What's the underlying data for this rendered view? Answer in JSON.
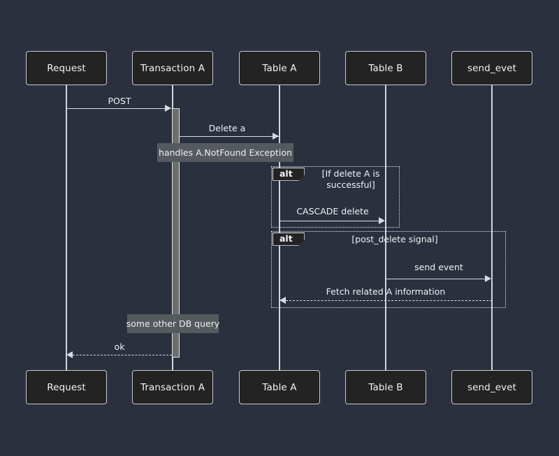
{
  "diagram": {
    "title": "Sequence diagram",
    "background_color": "#2b303e",
    "accent_color": "#d8dbe3"
  },
  "participants": [
    {
      "id": "request",
      "label": "Request",
      "label_bottom": "Request"
    },
    {
      "id": "transaction_a",
      "label": "Transaction A",
      "label_bottom": "Transaction A"
    },
    {
      "id": "table_a",
      "label": "Table A",
      "label_bottom": "Table A"
    },
    {
      "id": "table_b",
      "label": "Table B",
      "label_bottom": "Table B"
    },
    {
      "id": "send_evet",
      "label": "send_evet",
      "label_bottom": "send_evet"
    }
  ],
  "messages": [
    {
      "id": "post",
      "label": "POST",
      "from": "request",
      "to": "transaction_a",
      "style": "solid"
    },
    {
      "id": "delete_a",
      "label": "Delete a",
      "from": "transaction_a",
      "to": "table_a",
      "style": "solid"
    },
    {
      "id": "cascade",
      "label": "CASCADE delete",
      "from": "table_a",
      "to": "table_b",
      "style": "solid"
    },
    {
      "id": "send_event",
      "label": "send event",
      "from": "table_b",
      "to": "send_evet",
      "style": "solid"
    },
    {
      "id": "fetch_related",
      "label": "Fetch related A information",
      "from": "send_evet",
      "to": "table_a",
      "style": "dashed"
    },
    {
      "id": "ok",
      "label": "ok",
      "from": "transaction_a",
      "to": "request",
      "style": "dashed"
    }
  ],
  "notes": [
    {
      "id": "note_exception",
      "text": "handles A.NotFound Exception"
    },
    {
      "id": "note_db_query",
      "text": "some other DB query"
    }
  ],
  "fragments": [
    {
      "id": "alt1",
      "tag": "alt",
      "condition": "[If delete A is\nsuccessful]",
      "condition_line1": "[If delete A is",
      "condition_line2": "successful]"
    },
    {
      "id": "alt2",
      "tag": "alt",
      "condition": "[post_delete signal]",
      "condition_line1": "[post_delete signal]",
      "condition_line2": ""
    }
  ]
}
